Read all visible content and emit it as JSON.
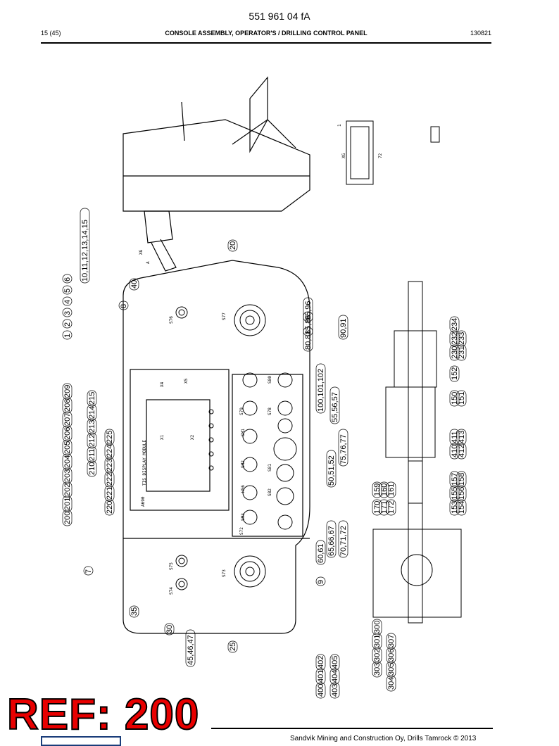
{
  "header": {
    "doc_number": "551 961 04 fA",
    "page": "15 (45)",
    "title": "CONSOLE ASSEMBLY, OPERATOR'S / DRILLING CONTROL PANEL",
    "date": "130821"
  },
  "drawing": {
    "callouts": [
      "200",
      "201",
      "202",
      "203",
      "204",
      "205",
      "206",
      "207",
      "208",
      "209",
      "210",
      "211",
      "212",
      "213",
      "214",
      "215",
      "220",
      "221",
      "222",
      "223",
      "224",
      "225",
      "1",
      "2",
      "3",
      "4",
      "5",
      "6",
      "10,11,12,13,14,15",
      "20",
      "40",
      "8",
      "7",
      "35",
      "30",
      "25",
      "9",
      "45,46,47",
      "400",
      "401",
      "402",
      "403",
      "404",
      "405",
      "95,96",
      "85,86",
      "80,81",
      "90,91",
      "100,101,102",
      "55,56,57",
      "75,76,77",
      "50,51,52",
      "60,61",
      "65,66,67",
      "70,71,72",
      "170",
      "171",
      "172",
      "159",
      "160",
      "161",
      "153",
      "154",
      "155",
      "156",
      "157",
      "158",
      "410",
      "411",
      "412",
      "413",
      "150",
      "151",
      "152",
      "230",
      "231",
      "232",
      "233",
      "234",
      "300",
      "301",
      "302",
      "303",
      "304",
      "305",
      "306",
      "307"
    ],
    "labels": {
      "display_module": "TIS DISPLAY MODULE",
      "module_code": "A690",
      "connector_xg": "XG",
      "connector_x4": "X4",
      "connector_x5": "X5",
      "connector_x1": "X1",
      "connector_x2": "X2",
      "pin_1": "1",
      "pin_72": "72",
      "arrow_a": "A",
      "switches": [
        "S76",
        "S77",
        "S75",
        "S74",
        "S73",
        "S72",
        "S79",
        "S80",
        "H56",
        "SM1",
        "SM2",
        "SM3",
        "S78",
        "S81",
        "S82"
      ]
    }
  },
  "ref_stamp": "REF: 200",
  "footer": {
    "copyright": "Sandvik Mining and Construction Oy, Drills Tamrock © 2013"
  }
}
